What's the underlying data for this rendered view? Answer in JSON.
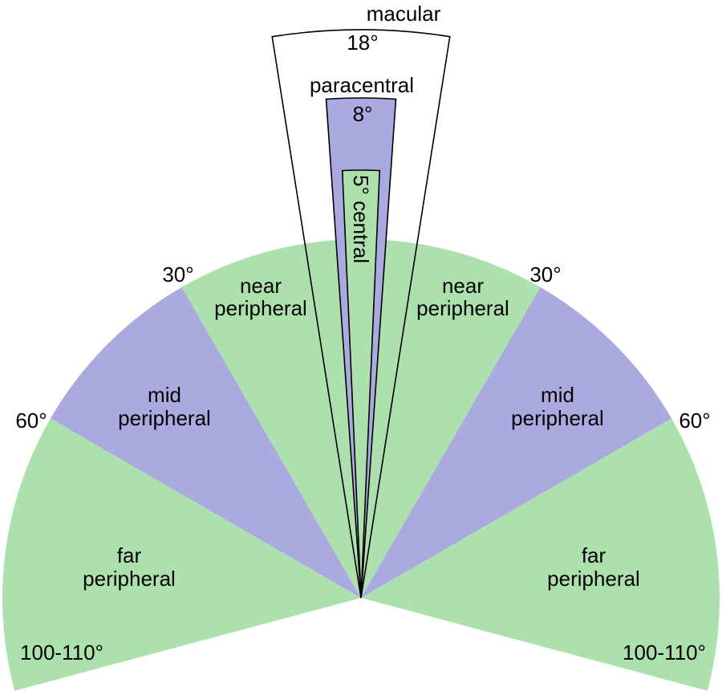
{
  "title": "Visual field regions",
  "colors": {
    "green": "#ace0ac",
    "purple": "#aaaae0",
    "white": "#ffffff",
    "stroke": "#000000"
  },
  "regions": {
    "macular": {
      "label": "macular",
      "angle": "18°"
    },
    "paracentral": {
      "label": "paracentral",
      "angle": "8°"
    },
    "central": {
      "label": "5° central"
    },
    "near_left": {
      "line1": "near",
      "line2": "peripheral"
    },
    "near_right": {
      "line1": "near",
      "line2": "peripheral"
    },
    "mid_left": {
      "line1": "mid",
      "line2": "peripheral"
    },
    "mid_right": {
      "line1": "mid",
      "line2": "peripheral"
    },
    "far_left": {
      "line1": "far",
      "line2": "peripheral"
    },
    "far_right": {
      "line1": "far",
      "line2": "peripheral"
    }
  },
  "angle_labels": {
    "left_30": "30°",
    "right_30": "30°",
    "left_60": "60°",
    "right_60": "60°",
    "left_far": "100-110°",
    "right_far": "100-110°"
  },
  "sectors_deg": {
    "near": 30,
    "mid": 60,
    "far": 105,
    "macular": 9,
    "paracentral": 4,
    "central": 2.5
  }
}
